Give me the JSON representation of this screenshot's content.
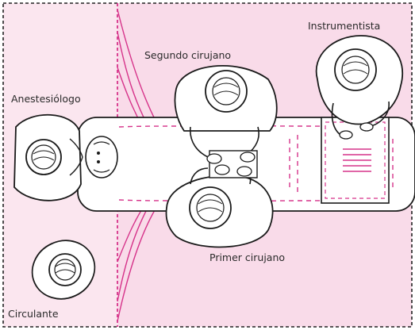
{
  "labels": {
    "anestesiologo": "Anestesiólogo",
    "segundo_cirujano": "Segundo cirujano",
    "instrumentista": "Instrumentista",
    "primer_cirujano": "Primer cirujano",
    "circulante": "Circulante"
  },
  "colors": {
    "sterile_zone": "#f9dbe9",
    "nonsterile_zone": "#fbe6ef",
    "sterile_border": "#d6338a",
    "outline": "#1a1a1a",
    "white": "#ffffff"
  }
}
